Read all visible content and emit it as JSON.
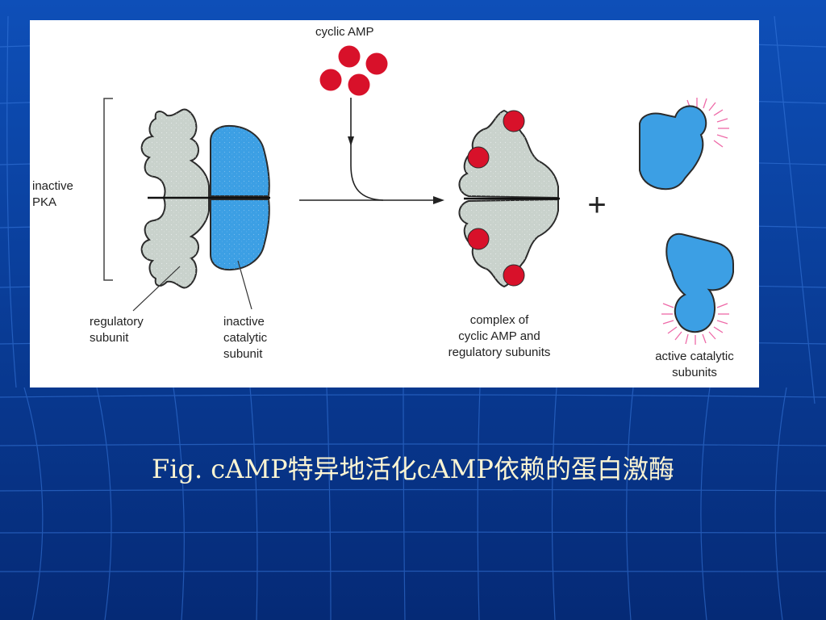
{
  "colors": {
    "background_top": "#0e4fb8",
    "background_bottom": "#052a76",
    "grid_line": "#3a7be0",
    "regulatory": "#c9d2cc",
    "catalytic": "#3c9fe4",
    "camp": "#d8112a",
    "glow": "#ee6aa8",
    "caption": "#fbf4d2"
  },
  "figure": {
    "labels": {
      "cyclic_amp": "cyclic AMP",
      "inactive_pka": [
        "inactive",
        "PKA"
      ],
      "regulatory_subunit": [
        "regulatory",
        "subunit"
      ],
      "inactive_catalytic_subunit": [
        "inactive",
        "catalytic",
        "subunit"
      ],
      "complex": [
        "complex of",
        "cyclic AMP and",
        "regulatory subunits"
      ],
      "active_catalytic": [
        "active catalytic",
        "subunits"
      ],
      "plus": "+"
    }
  },
  "caption": {
    "prefix": "Fig.",
    "text": "cAMP特异地活化cAMP依赖的蛋白激酶"
  }
}
